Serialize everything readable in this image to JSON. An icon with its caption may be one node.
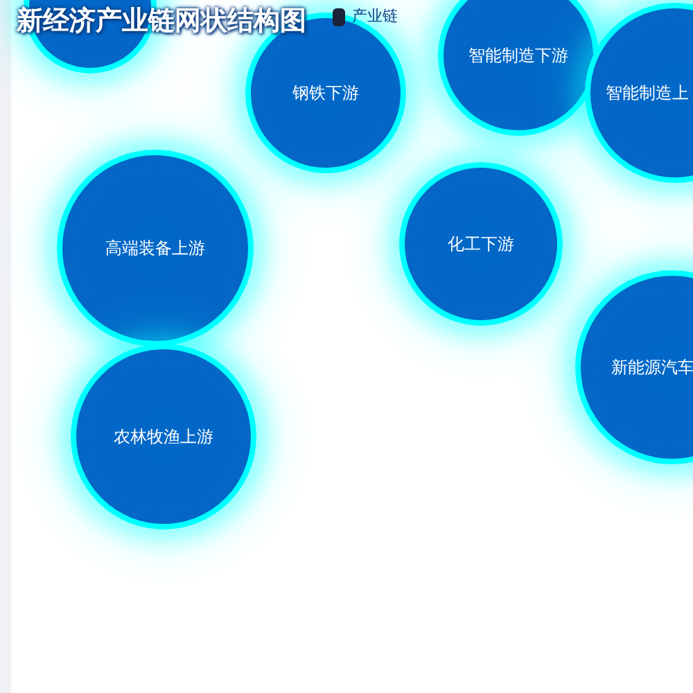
{
  "diagram": {
    "title": "新经济产业链网状结构图",
    "nodes": [
      {
        "text": [],
        "shape": "circle"
      },
      {
        "text": [
          "钢铁下游"
        ]
      },
      {
        "text": [
          "智能制造下游"
        ]
      },
      {
        "text": [
          "智能制造上"
        ]
      },
      {
        "text": [
          "高端装备上游"
        ]
      },
      {
        "text": [
          "化工下游"
        ]
      },
      {
        "text": [
          "新能源汽车"
        ]
      },
      {
        "text": [
          "农林牧渔上游"
        ]
      }
    ],
    "labels": [
      "产业链"
    ]
  }
}
